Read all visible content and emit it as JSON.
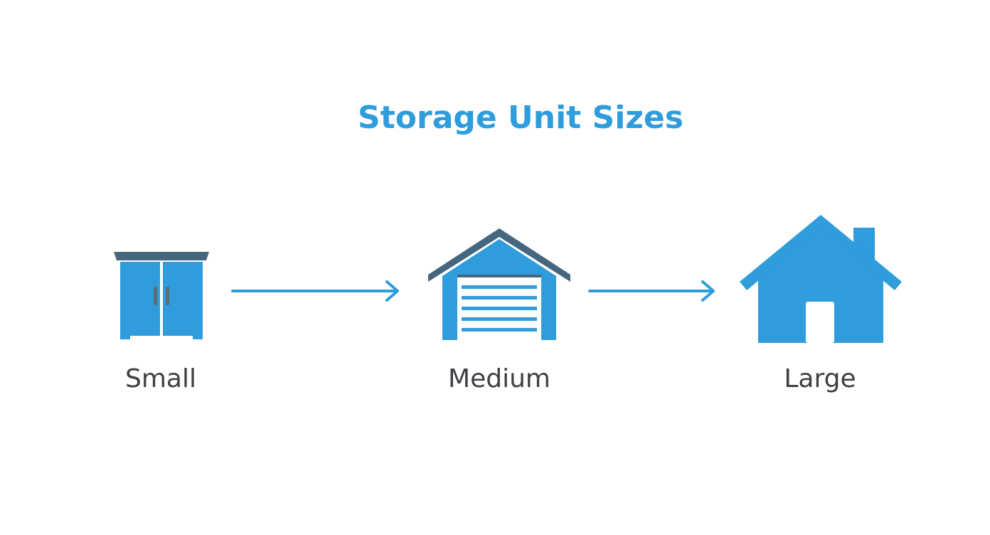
{
  "title": "Storage Unit Sizes",
  "stages": [
    {
      "label": "Small",
      "icon": "cabinet-icon"
    },
    {
      "label": "Medium",
      "icon": "garage-icon"
    },
    {
      "label": "Large",
      "icon": "house-icon"
    }
  ],
  "colors": {
    "accent": "#2f9cdc",
    "roof": "#45667f",
    "text": "#3c3f44",
    "background": "#ffffff"
  }
}
